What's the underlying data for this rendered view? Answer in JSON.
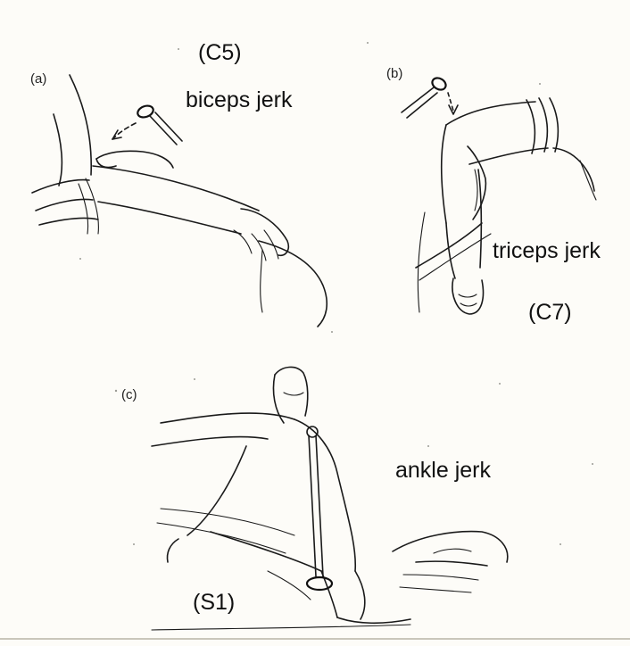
{
  "panels": [
    {
      "letter": "(a)",
      "reflex": "biceps jerk",
      "root": "(C5)"
    },
    {
      "letter": "(b)",
      "reflex": "triceps jerk",
      "root": "(C7)"
    },
    {
      "letter": "(c)",
      "reflex": "ankle jerk",
      "root": "(S1)"
    }
  ]
}
